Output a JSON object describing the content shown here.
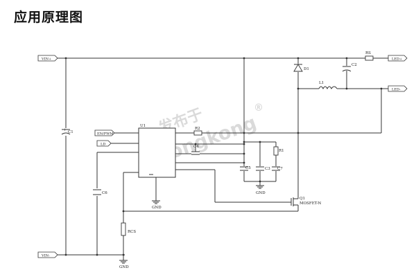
{
  "title": "应用原理图",
  "watermark": {
    "cn": "发布于",
    "en": "gongkong",
    "mark": "®"
  },
  "ports": {
    "vin_plus": "VIN+",
    "vin_minus": "VIN-",
    "led_plus": "LED+",
    "led_minus": "LED-",
    "en_pwm": "EN/PWM",
    "ld": "LD"
  },
  "components": {
    "ic": "U1",
    "c1": "C1",
    "c2": "C2",
    "c3": "C3",
    "c4": "C4",
    "c5": "C5",
    "c6": "C6",
    "c7": "C7",
    "r1": "R1",
    "r2": "R2",
    "rs": "RS",
    "rcs": "RCS",
    "d1": "D1",
    "l1": "L1",
    "q1": "Q1",
    "q1_type": "MOSFET-N",
    "gnd": "GND"
  },
  "colors": {
    "wire": "#333333",
    "text": "#111111",
    "watermark": "#000000"
  }
}
